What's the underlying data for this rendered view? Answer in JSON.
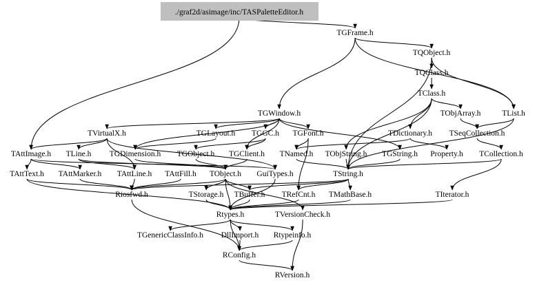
{
  "title": "./graf2d/asimage/inc/TASPaletteEditor.h",
  "colors": {
    "root_fill": "#bfbfbf",
    "edge": "#000000",
    "text": "#000000",
    "background": "#ffffff"
  },
  "nodes": {
    "root": "./graf2d/asimage/inc/TASPaletteEditor.h",
    "TGFrame": "TGFrame.h",
    "TQObject": "TQObject.h",
    "TQClass": "TQClass.h",
    "TClass": "TClass.h",
    "TObjArray": "TObjArray.h",
    "TList": "TList.h",
    "TGWindow": "TGWindow.h",
    "TVirtualX": "TVirtualX.h",
    "TGLayout": "TGLayout.h",
    "TGGC": "TGGC.h",
    "TGFont": "TGFont.h",
    "TDictionary": "TDictionary.h",
    "TSeqCollection": "TSeqCollection.h",
    "TAttImage": "TAttImage.h",
    "TLine": "TLine.h",
    "TGDimension": "TGDimension.h",
    "TGObject": "TGObject.h",
    "TGClient": "TGClient.h",
    "TNamed": "TNamed.h",
    "TObjString": "TObjString.h",
    "TGString": "TGString.h",
    "Property": "Property.h",
    "TCollection": "TCollection.h",
    "TAttText": "TAttText.h",
    "TAttMarker": "TAttMarker.h",
    "TAttLine": "TAttLine.h",
    "TAttFill": "TAttFill.h",
    "TObject": "TObject.h",
    "GuiTypes": "GuiTypes.h",
    "TString": "TString.h",
    "Riosfwd": "Riosfwd.h",
    "TStorage": "TStorage.h",
    "TBuffer": "TBuffer.h",
    "TRefCnt": "TRefCnt.h",
    "TMathBase": "TMathBase.h",
    "TIterator": "TIterator.h",
    "Rtypes": "Rtypes.h",
    "TVersionCheck": "TVersionCheck.h",
    "TGenericClassInfo": "TGenericClassInfo.h",
    "DllImport": "DllImport.h",
    "Rtypeinfo": "Rtypeinfo.h",
    "RConfig": "RConfig.h",
    "RVersion": "RVersion.h"
  },
  "edges": [
    [
      "root",
      "TGFrame"
    ],
    [
      "root",
      "TAttImage"
    ],
    [
      "TGFrame",
      "TQObject"
    ],
    [
      "TGFrame",
      "TList"
    ],
    [
      "TGFrame",
      "TGWindow"
    ],
    [
      "TQObject",
      "TQClass"
    ],
    [
      "TQObject",
      "TList"
    ],
    [
      "TQObject",
      "TString"
    ],
    [
      "TQClass",
      "TClass"
    ],
    [
      "TClass",
      "TObjArray"
    ],
    [
      "TClass",
      "TDictionary"
    ],
    [
      "TClass",
      "TObjString"
    ],
    [
      "TClass",
      "TString"
    ],
    [
      "TObjArray",
      "TSeqCollection"
    ],
    [
      "TList",
      "TSeqCollection"
    ],
    [
      "TList",
      "TString"
    ],
    [
      "TGWindow",
      "TVirtualX"
    ],
    [
      "TGWindow",
      "TGLayout"
    ],
    [
      "TGWindow",
      "TGFont"
    ],
    [
      "TGWindow",
      "TGGC"
    ],
    [
      "TGWindow",
      "TGString"
    ],
    [
      "TGWindow",
      "TGDimension"
    ],
    [
      "TGWindow",
      "TGClient"
    ],
    [
      "TVirtualX",
      "TAttImage"
    ],
    [
      "TVirtualX",
      "TLine"
    ],
    [
      "TVirtualX",
      "GuiTypes"
    ],
    [
      "TVirtualX",
      "TAttLine"
    ],
    [
      "TGFont",
      "TNamed"
    ],
    [
      "TGFont",
      "TRefCnt"
    ],
    [
      "TGGC",
      "TGObject"
    ],
    [
      "TGGC",
      "TGClient"
    ],
    [
      "TGLayout",
      "TGDimension"
    ],
    [
      "TDictionary",
      "TNamed"
    ],
    [
      "TDictionary",
      "Property"
    ],
    [
      "TSeqCollection",
      "TCollection"
    ],
    [
      "TCollection",
      "TString"
    ],
    [
      "TCollection",
      "TIterator"
    ],
    [
      "TAttImage",
      "TAttText"
    ],
    [
      "TAttImage",
      "GuiTypes"
    ],
    [
      "TAttImage",
      "TAttMarker"
    ],
    [
      "TLine",
      "TObject"
    ],
    [
      "TLine",
      "TAttLine"
    ],
    [
      "TGDimension",
      "TObject"
    ],
    [
      "TGObject",
      "TObject"
    ],
    [
      "TGClient",
      "TObject"
    ],
    [
      "TNamed",
      "TString"
    ],
    [
      "TObjString",
      "TString"
    ],
    [
      "TGString",
      "TString"
    ],
    [
      "TAttText",
      "Riosfwd"
    ],
    [
      "TAttText",
      "Rtypes"
    ],
    [
      "TAttMarker",
      "Riosfwd"
    ],
    [
      "TAttLine",
      "Riosfwd"
    ],
    [
      "TAttFill",
      "Riosfwd"
    ],
    [
      "TObject",
      "Riosfwd"
    ],
    [
      "TObject",
      "TStorage"
    ],
    [
      "TObject",
      "TBuffer"
    ],
    [
      "TObject",
      "Rtypes"
    ],
    [
      "TObject",
      "TVersionCheck"
    ],
    [
      "GuiTypes",
      "Rtypes"
    ],
    [
      "TString",
      "TRefCnt"
    ],
    [
      "TString",
      "TMathBase"
    ],
    [
      "TString",
      "Riosfwd"
    ],
    [
      "TString",
      "TBuffer"
    ],
    [
      "TStorage",
      "Rtypes"
    ],
    [
      "TBuffer",
      "Rtypes"
    ],
    [
      "TRefCnt",
      "Rtypes"
    ],
    [
      "TMathBase",
      "Rtypes"
    ],
    [
      "TIterator",
      "Rtypes"
    ],
    [
      "Riosfwd",
      "RConfig"
    ],
    [
      "Rtypes",
      "TGenericClassInfo"
    ],
    [
      "Rtypes",
      "DllImport"
    ],
    [
      "Rtypes",
      "Rtypeinfo"
    ],
    [
      "Rtypes",
      "RConfig"
    ],
    [
      "DllImport",
      "RConfig"
    ],
    [
      "Rtypeinfo",
      "RConfig"
    ],
    [
      "RConfig",
      "RVersion"
    ],
    [
      "TVersionCheck",
      "RVersion"
    ]
  ]
}
